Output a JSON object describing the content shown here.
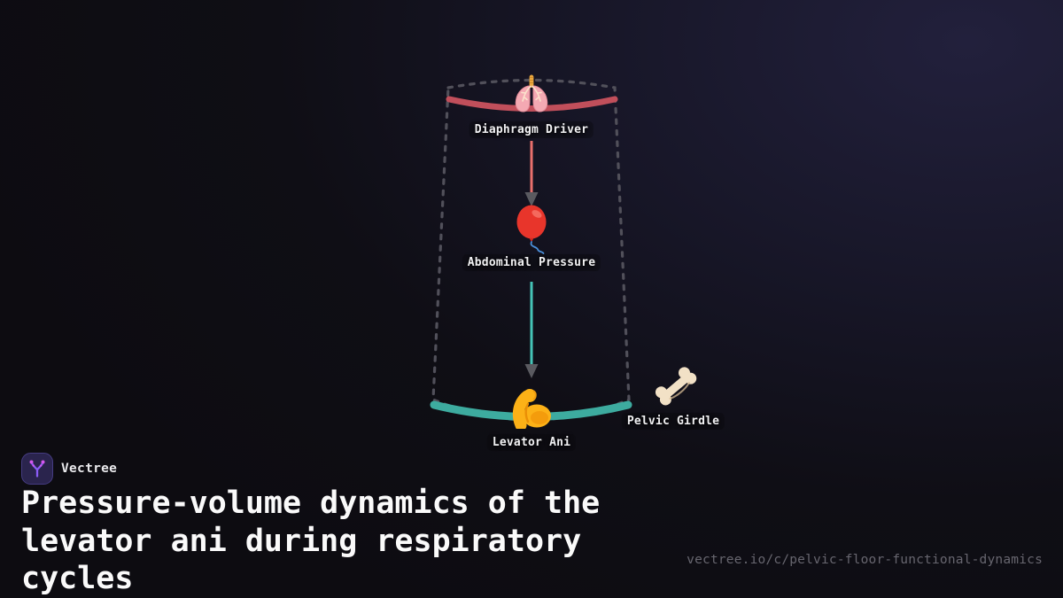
{
  "brand": {
    "name": "Vectree"
  },
  "title": {
    "text": "Pressure-volume dynamics of the levator ani during respiratory cycles"
  },
  "footer": {
    "url": "vectree.io/c/pelvic-floor-functional-dynamics"
  },
  "diagram": {
    "nodes": [
      {
        "id": "diaphragm-driver",
        "label": "Diaphragm Driver",
        "icon": "lungs-icon"
      },
      {
        "id": "abdominal-pressure",
        "label": "Abdominal Pressure",
        "icon": "balloon-icon"
      },
      {
        "id": "levator-ani",
        "label": "Levator Ani",
        "icon": "flexed-biceps-icon"
      },
      {
        "id": "pelvic-girdle",
        "label": "Pelvic Girdle",
        "icon": "bone-icon"
      }
    ],
    "colors": {
      "outline_dash": "#51505a",
      "diaphragm_band": "#c14f5b",
      "pelvic_band": "#3dab9f",
      "arrow_red": "#e9706c",
      "arrow_teal": "#45c4b7",
      "arrowhead_gray": "#5a5a60",
      "logo_purple": "#8b5cf6",
      "logo_dot_pink": "#d357ee"
    }
  }
}
